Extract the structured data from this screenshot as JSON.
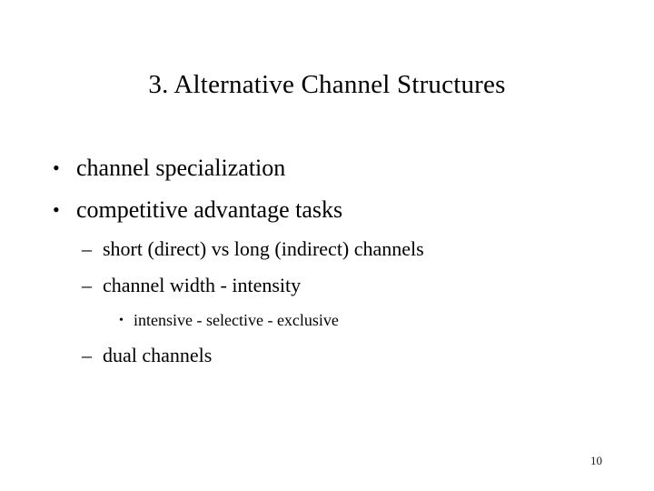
{
  "slide": {
    "title": "3. Alternative Channel Structures",
    "page_number": "10",
    "background_color": "#ffffff",
    "text_color": "#000000",
    "bullets": [
      {
        "level": 1,
        "marker": "•",
        "text": "channel specialization"
      },
      {
        "level": 1,
        "marker": "•",
        "text": "competitive advantage tasks"
      },
      {
        "level": 2,
        "marker": "–",
        "text": "short (direct) vs long (indirect) channels"
      },
      {
        "level": 2,
        "marker": "–",
        "text": "channel width - intensity"
      },
      {
        "level": 3,
        "marker": "•",
        "text": "intensive - selective - exclusive"
      },
      {
        "level": 2,
        "marker": "–",
        "text": "dual channels"
      }
    ]
  }
}
